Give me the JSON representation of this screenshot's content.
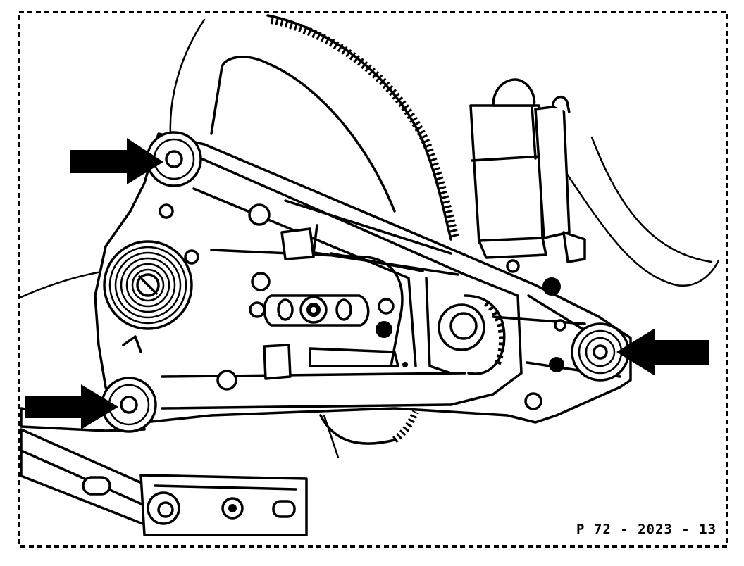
{
  "figure": {
    "reference_code": "P 72 - 2023 - 13",
    "colors": {
      "line": "#000000",
      "background": "#ffffff"
    },
    "callout_arrows": [
      {
        "name": "arrow-upper-left-bolt",
        "points_to": "upper-left-mounting-bolt"
      },
      {
        "name": "arrow-lower-left-bolt",
        "points_to": "lower-left-mounting-bolt"
      },
      {
        "name": "arrow-right-bolt",
        "points_to": "right-mounting-bolt"
      }
    ]
  }
}
